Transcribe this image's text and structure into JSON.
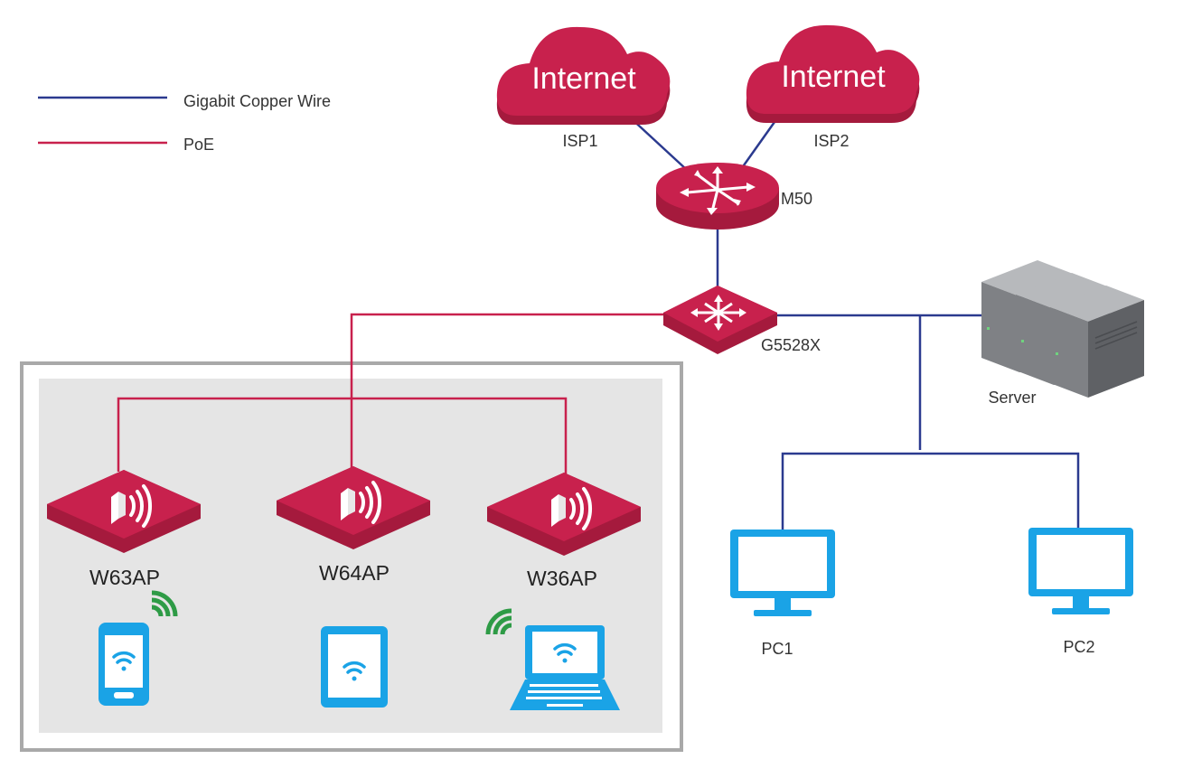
{
  "legend": {
    "copper": "Gigabit Copper Wire",
    "poe": "PoE"
  },
  "colors": {
    "copper": "#2b3a8f",
    "poe": "#c8214d",
    "device": "#c8214d",
    "client": "#1aa3e6",
    "signal": "#2e9b46",
    "server": "#7a7c80",
    "zone_outer": "#a9a9a9",
    "zone_fill": "#e5e5e5"
  },
  "clouds": [
    {
      "text": "Internet",
      "label": "ISP1"
    },
    {
      "text": "Internet",
      "label": "ISP2"
    }
  ],
  "router": {
    "label": "M50"
  },
  "switch": {
    "label": "G5528X"
  },
  "server": {
    "label": "Server"
  },
  "access_points": [
    {
      "label": "W63AP"
    },
    {
      "label": "W64AP"
    },
    {
      "label": "W36AP"
    }
  ],
  "pcs": [
    {
      "label": "PC1"
    },
    {
      "label": "PC2"
    }
  ],
  "icons": [
    "cloud-icon",
    "router-icon",
    "switch-icon",
    "server-icon",
    "access-point-icon",
    "phone-icon",
    "tablet-icon",
    "laptop-icon",
    "monitor-icon",
    "wifi-icon",
    "signal-icon"
  ]
}
